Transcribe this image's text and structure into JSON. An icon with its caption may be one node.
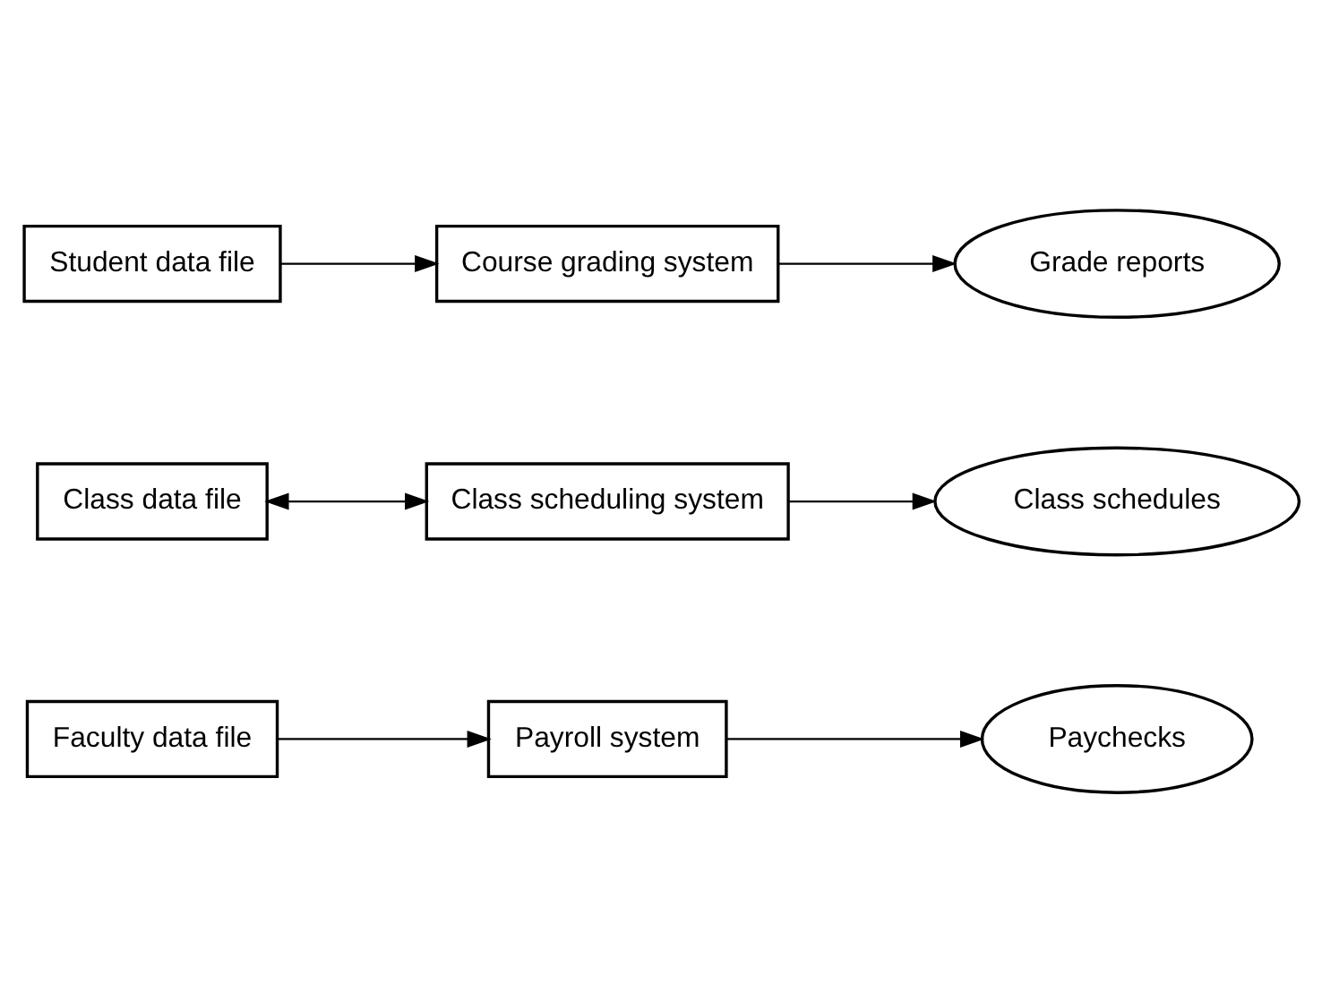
{
  "diagram": {
    "nodes": [
      {
        "text": [
          "Faculty data file"
        ]
      },
      {
        "text": [
          "Payroll system"
        ]
      },
      {
        "text": [
          "Paychecks"
        ]
      },
      {
        "text": [
          "Class data file"
        ]
      },
      {
        "text": [
          "Class scheduling system"
        ]
      },
      {
        "text": [
          "Class schedules"
        ]
      },
      {
        "text": [
          "Student data file"
        ]
      },
      {
        "text": [
          "Course grading system"
        ]
      },
      {
        "text": [
          "Grade reports"
        ]
      }
    ],
    "edges": [
      {
        "from": 0,
        "to": 1,
        "arrow": "to"
      },
      {
        "from": 1,
        "to": 2,
        "arrow": "to"
      },
      {
        "from": 3,
        "to": 4,
        "arrow": "both"
      },
      {
        "from": 4,
        "to": 5,
        "arrow": "to"
      },
      {
        "from": 6,
        "to": 7,
        "arrow": "to"
      },
      {
        "from": 7,
        "to": 8,
        "arrow": "to"
      }
    ]
  }
}
